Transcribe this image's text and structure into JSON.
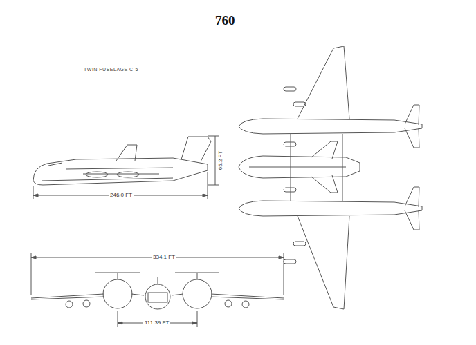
{
  "diagram": {
    "title": "TWIN FUSELAGE C-5",
    "labels": [
      "760",
      "65.2 FT",
      "246.0 FT",
      "334.1 FT",
      "111.39 FT"
    ]
  }
}
